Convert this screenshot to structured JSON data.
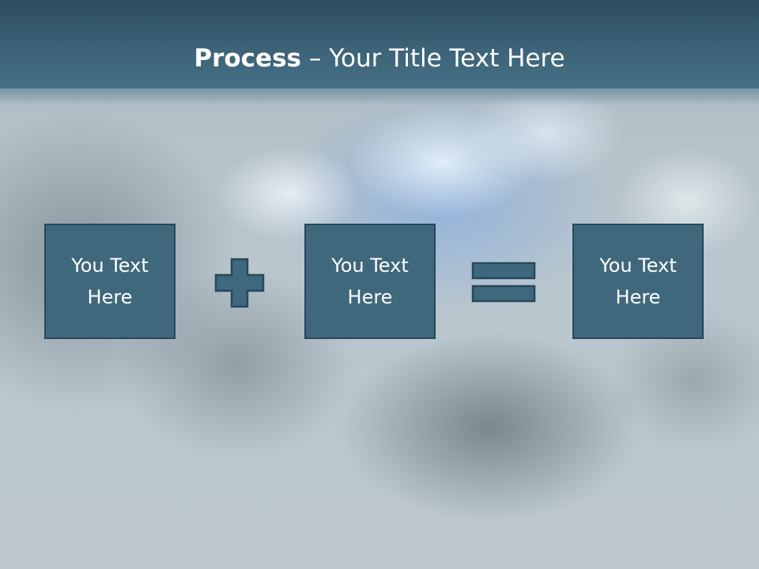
{
  "slide": {
    "title_bold": "Process",
    "title_rest": " – Your Title Text Here"
  },
  "process": {
    "boxes": [
      {
        "text": "You Text Here"
      },
      {
        "text": "You Text Here"
      },
      {
        "text": "You Text Here"
      }
    ],
    "operators": [
      "plus-icon",
      "equals-icon"
    ]
  },
  "colors": {
    "title_bar": "#3c6378",
    "box_fill": "#3f687c",
    "box_border": "#27485a",
    "text": "#ffffff"
  }
}
